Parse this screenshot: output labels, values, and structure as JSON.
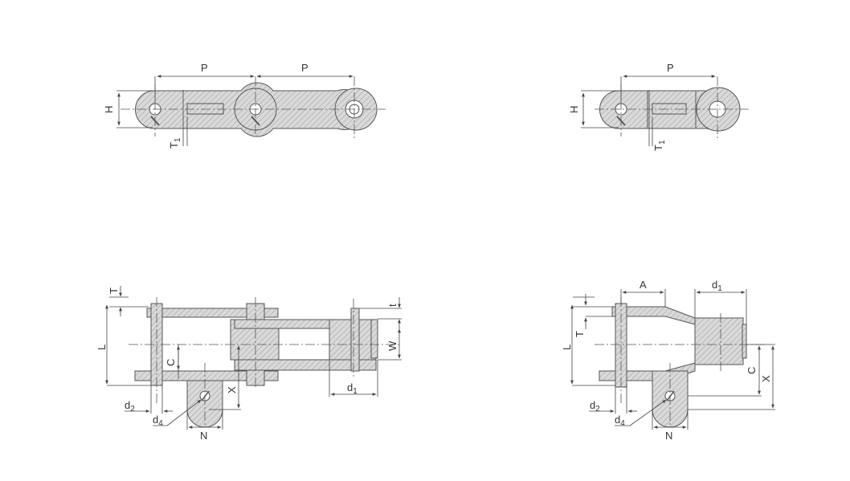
{
  "labels": {
    "P": "P",
    "H": "H",
    "T1": "T",
    "T1_sub": "1",
    "T": "T",
    "t": "t",
    "L": "L",
    "W": "W",
    "C": "C",
    "X": "X",
    "A": "A",
    "N": "N",
    "d": "d",
    "sub1": "1",
    "sub2": "2",
    "sub4": "4"
  },
  "colors": {
    "line": "#555555",
    "hatch_bg": "#d9d9d9",
    "hatch_line": "#9a9a9a",
    "background": "#ffffff"
  }
}
